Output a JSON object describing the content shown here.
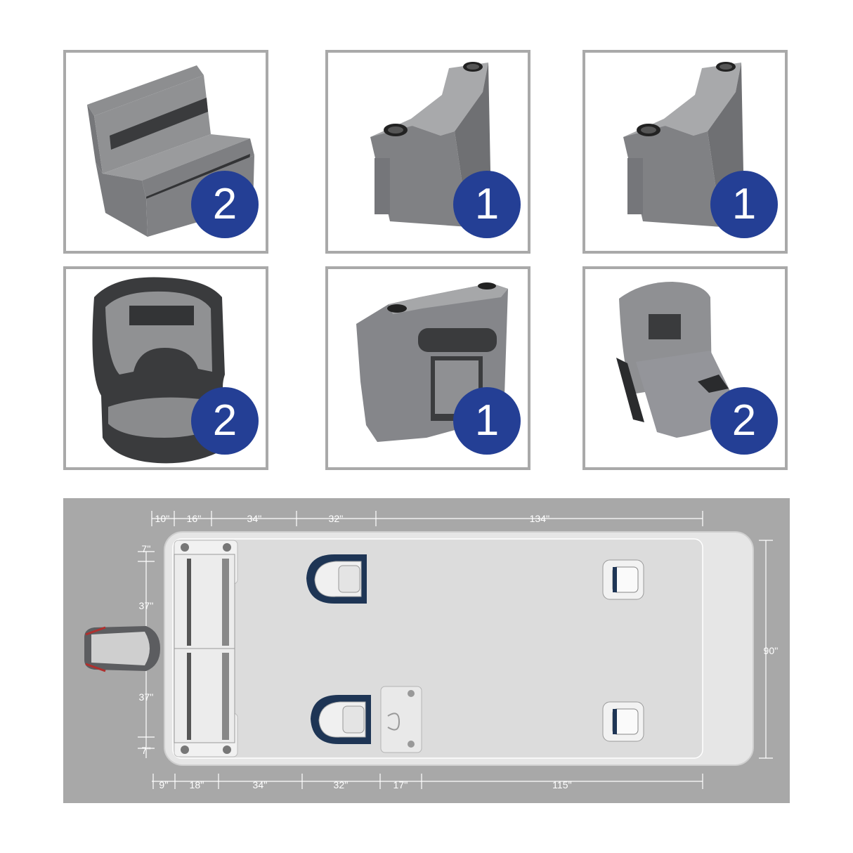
{
  "products": [
    {
      "name": "bench-seat",
      "quantity": "2"
    },
    {
      "name": "left-arm-rest",
      "quantity": "1"
    },
    {
      "name": "right-arm-rest",
      "quantity": "1"
    },
    {
      "name": "captain-bucket-seat",
      "quantity": "2"
    },
    {
      "name": "console-base",
      "quantity": "1"
    },
    {
      "name": "fold-down-seat",
      "quantity": "2"
    }
  ],
  "top_dimensions": [
    "10''",
    "16''",
    "34''",
    "32''",
    "134''"
  ],
  "bottom_dimensions": [
    "9''",
    "18''",
    "34''",
    "32''",
    "17''",
    "115''"
  ],
  "left_dimensions": [
    "7''",
    "37''",
    "37''",
    "7''"
  ],
  "right_dimension": "90''",
  "colors": {
    "badge": "#243f95",
    "frame": "#a9a9a9",
    "seat_gray": "#8c8d8f",
    "seat_dark": "#3a3b3d",
    "plan_bg": "#a8a8a8",
    "deck": "#e3e3e3",
    "navy_accent": "#1e3555"
  }
}
